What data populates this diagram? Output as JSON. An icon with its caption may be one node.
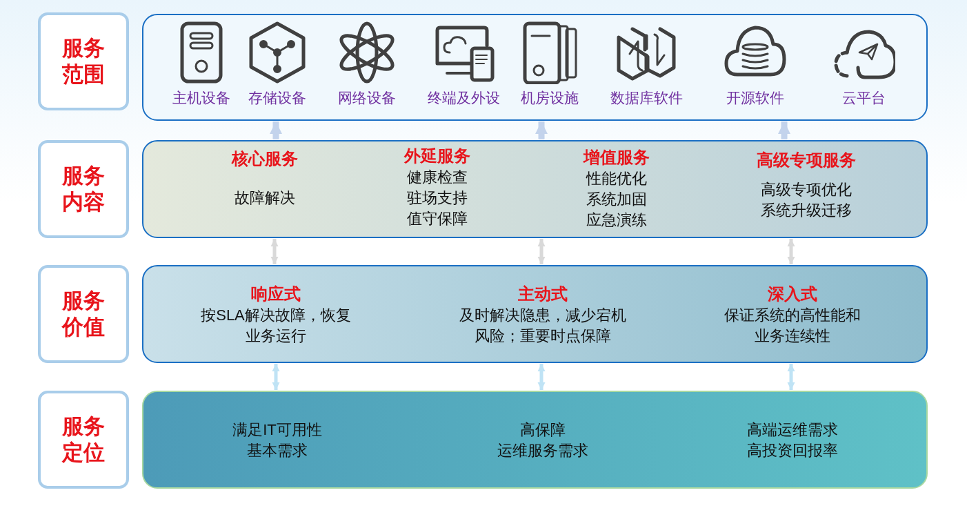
{
  "diagram": {
    "nodes": [
      {
        "text": [
          "服务范围"
        ]
      },
      {
        "text": [],
        "shape": "box"
      },
      {
        "text": [
          "主机设备"
        ],
        "in": 1
      },
      {
        "text": [
          "存储设备"
        ],
        "in": 1
      },
      {
        "text": [
          "网络设备"
        ],
        "in": 1
      },
      {
        "text": [
          "终端及外设"
        ],
        "in": 1
      },
      {
        "text": [
          "机房设施"
        ],
        "in": 1
      },
      {
        "text": [
          "数据库软件"
        ],
        "in": 1
      },
      {
        "text": [
          "开源软件"
        ],
        "in": 1
      },
      {
        "text": [
          "云平台"
        ],
        "in": 1
      },
      {
        "text": [
          "服务内容"
        ]
      },
      {
        "text": [],
        "shape": "box"
      },
      {
        "text": [
          "核心服务",
          "故障解决"
        ],
        "in": 11
      },
      {
        "text": [
          "外延服务",
          "健康检查",
          "驻场支持",
          "值守保障"
        ],
        "in": 11
      },
      {
        "text": [
          "增值服务",
          "性能优化",
          "系统加固",
          "应急演练"
        ],
        "in": 11
      },
      {
        "text": [
          "高级专项服务",
          "高级专项优化",
          "系统升级迁移"
        ],
        "in": 11
      },
      {
        "text": [
          "服务价值"
        ]
      },
      {
        "text": [],
        "shape": "box"
      },
      {
        "text": [
          "响应式",
          "按SLA解决故障，恢复业务运行"
        ],
        "in": 17
      },
      {
        "text": [
          "主动式",
          "及时解决隐患，减少宕机风险；重要时点保障"
        ],
        "in": 17
      },
      {
        "text": [
          "深入式",
          "保证系统的高性能和业务连续性"
        ],
        "in": 17
      },
      {
        "text": [
          "服务定位"
        ]
      },
      {
        "text": [],
        "shape": "box"
      },
      {
        "text": [
          "满足IT可用性",
          "基本需求"
        ],
        "in": 22
      },
      {
        "text": [
          "高保障",
          "运维服务需求"
        ],
        "in": 22
      },
      {
        "text": [
          "高端运维需求",
          "高投资回报率"
        ],
        "in": 22
      }
    ],
    "edges": [
      {
        "from": 11,
        "to": 1,
        "arrow": "to",
        "style": "thick",
        "color": "#c3d3ec"
      },
      {
        "from": 11,
        "to": 1,
        "arrow": "to",
        "style": "thick",
        "color": "#c3d3ec"
      },
      {
        "from": 11,
        "to": 1,
        "arrow": "to",
        "style": "thick",
        "color": "#c3d3ec"
      },
      {
        "from": 11,
        "to": 17,
        "arrow": "both",
        "color": "#d9d9d9"
      },
      {
        "from": 11,
        "to": 17,
        "arrow": "both",
        "color": "#d9d9d9"
      },
      {
        "from": 11,
        "to": 17,
        "arrow": "both",
        "color": "#d9d9d9"
      },
      {
        "from": 17,
        "to": 22,
        "arrow": "both",
        "color": "#bfe3f5"
      },
      {
        "from": 17,
        "to": 22,
        "arrow": "both",
        "color": "#bfe3f5"
      },
      {
        "from": 17,
        "to": 22,
        "arrow": "both",
        "color": "#bfe3f5"
      }
    ]
  }
}
